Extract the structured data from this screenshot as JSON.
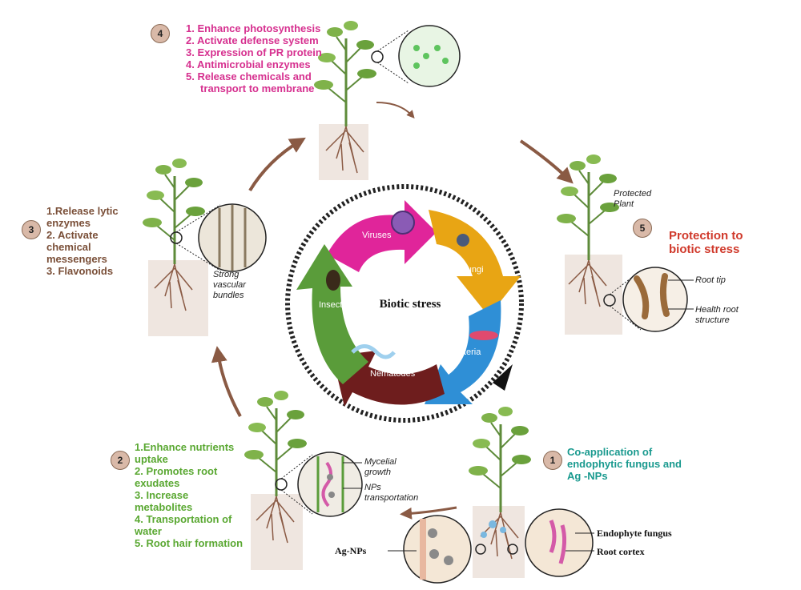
{
  "center": {
    "title": "Biotic stress"
  },
  "segments": {
    "viruses": "Viruses",
    "fungi": "Fungi",
    "bacteria": "Bacteria",
    "nematodes": "Nematodes",
    "insects": "Insects"
  },
  "steps": [
    {
      "number": "1",
      "lines": [
        "Co-application of",
        "endophytic fungus and",
        "Ag -NPs"
      ]
    },
    {
      "number": "2",
      "items": [
        "1.Enhance nutrients",
        "uptake",
        "2. Promotes root",
        "exudates",
        "3. Increase",
        "metabolites",
        "4. Transportation of",
        "water",
        "5. Root hair formation"
      ]
    },
    {
      "number": "3",
      "items": [
        "1.Release lytic",
        "enzymes",
        "2. Activate",
        "chemical",
        "messengers",
        "3. Flavonoids"
      ]
    },
    {
      "number": "4",
      "items": [
        "1.  Enhance photosynthesis",
        "2.  Activate defense system",
        "3.  Expression of PR protein",
        "4.  Antimicrobial enzymes",
        "5.  Release chemicals and",
        "     transport to membrane"
      ]
    },
    {
      "number": "5",
      "lines": [
        "Protection to",
        "biotic stress"
      ]
    }
  ],
  "labels": {
    "strong_vascular": [
      "Strong",
      "vascular",
      "bundles"
    ],
    "mycelial": [
      "Mycelial",
      "growth"
    ],
    "nps_transport": [
      "NPs",
      "transportation"
    ],
    "protected_plant": [
      "Protected",
      "Plant"
    ],
    "root_tip": "Root tip",
    "health_root": [
      "Health root",
      "structure"
    ],
    "endophyte": "Endophyte fungus",
    "root_cortex": "Root cortex",
    "ag_nps": "Ag-NPs"
  },
  "colors": {
    "viruses": "#e0259a",
    "fungi": "#e8a514",
    "bacteria": "#2f8fd6",
    "nematodes": "#6e1d1d",
    "insects": "#5a9c3a",
    "arrow": "#8a5a44",
    "step1_text": "#1a9a8f",
    "step2_text": "#5aa832",
    "step3_text": "#7a4f38",
    "step4_text": "#d6308f",
    "step5_text": "#d0392b"
  }
}
